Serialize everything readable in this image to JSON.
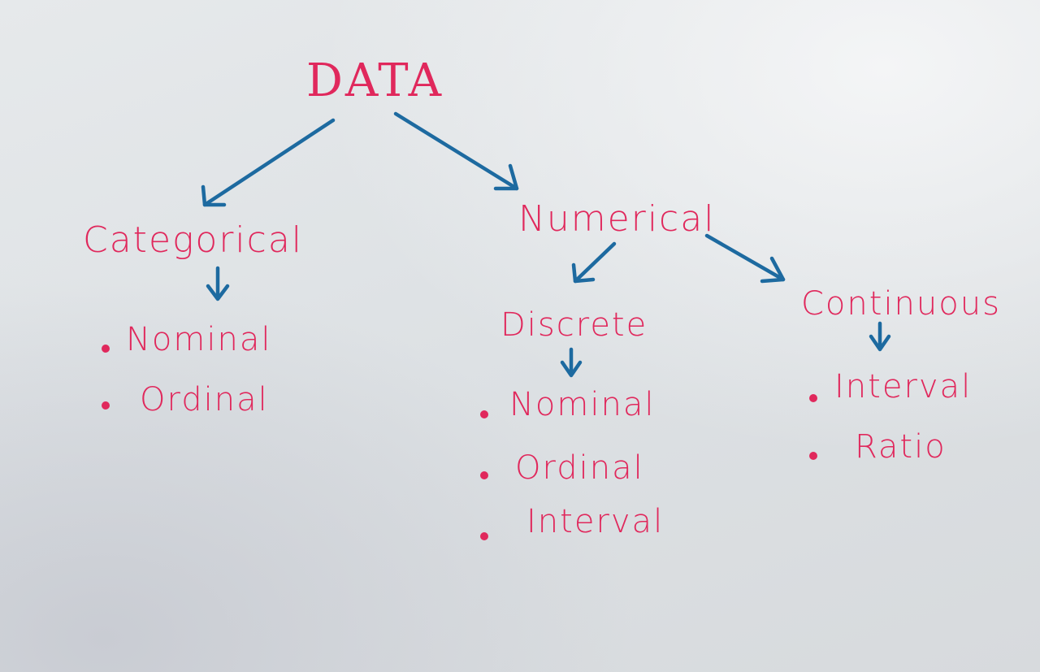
{
  "colors": {
    "ink": "#e0285c",
    "arrow": "#1d6aa0"
  },
  "root": {
    "label": "DATA"
  },
  "categorical": {
    "label": "Categorical",
    "items": [
      "Nominal",
      "Ordinal"
    ]
  },
  "numerical": {
    "label": "Numerical",
    "discrete": {
      "label": "Discrete",
      "items": [
        "Nominal",
        "Ordinal",
        "Interval"
      ]
    },
    "continuous": {
      "label": "Continuous",
      "items": [
        "Interval",
        "Ratio"
      ]
    }
  }
}
